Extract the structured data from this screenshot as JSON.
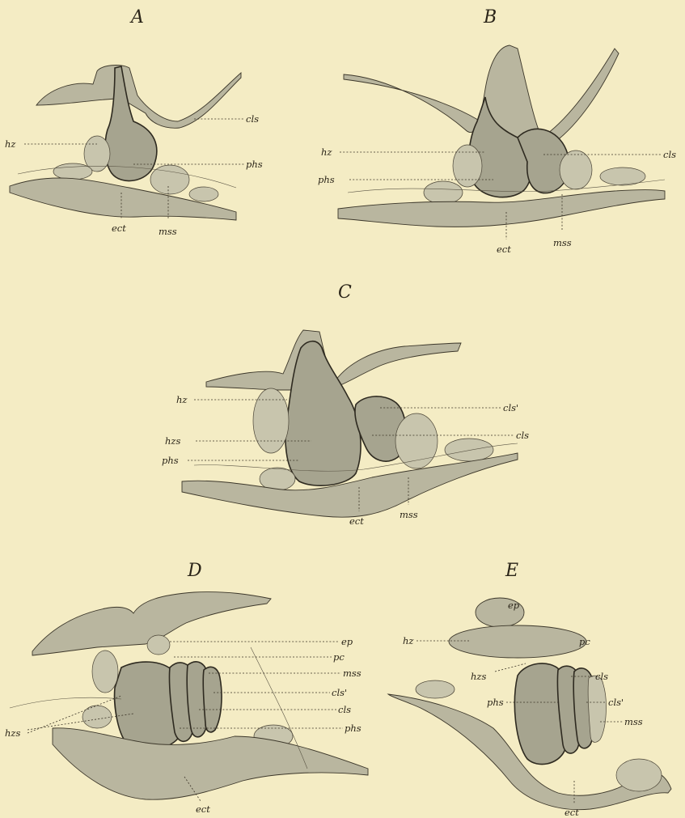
{
  "panels": [
    {
      "id": "A",
      "letter": "A",
      "labels": {
        "cls": "cls",
        "hz": "hz",
        "phs": "phs",
        "ect": "ect",
        "mss": "mss"
      }
    },
    {
      "id": "B",
      "letter": "B",
      "labels": {
        "hz": "hz",
        "cls": "cls",
        "phs": "phs",
        "ect": "ect",
        "mss": "mss"
      }
    },
    {
      "id": "C",
      "letter": "C",
      "labels": {
        "hz": "hz",
        "cls2": "cls'",
        "hzs": "hzs",
        "cls": "cls",
        "phs": "phs",
        "ect": "ect",
        "mss": "mss"
      }
    },
    {
      "id": "D",
      "letter": "D",
      "labels": {
        "ep": "ep",
        "pc": "pc",
        "mss": "mss",
        "cls2": "cls'",
        "cls": "cls",
        "phs": "phs",
        "hzs": "hzs",
        "ect": "ect"
      }
    },
    {
      "id": "E",
      "letter": "E",
      "labels": {
        "ep": "ep",
        "hz": "hz",
        "pc": "pc",
        "hzs": "hzs",
        "cls": "cls",
        "phs": "phs",
        "cls2": "cls'",
        "mss": "mss",
        "ect": "ect"
      }
    }
  ]
}
